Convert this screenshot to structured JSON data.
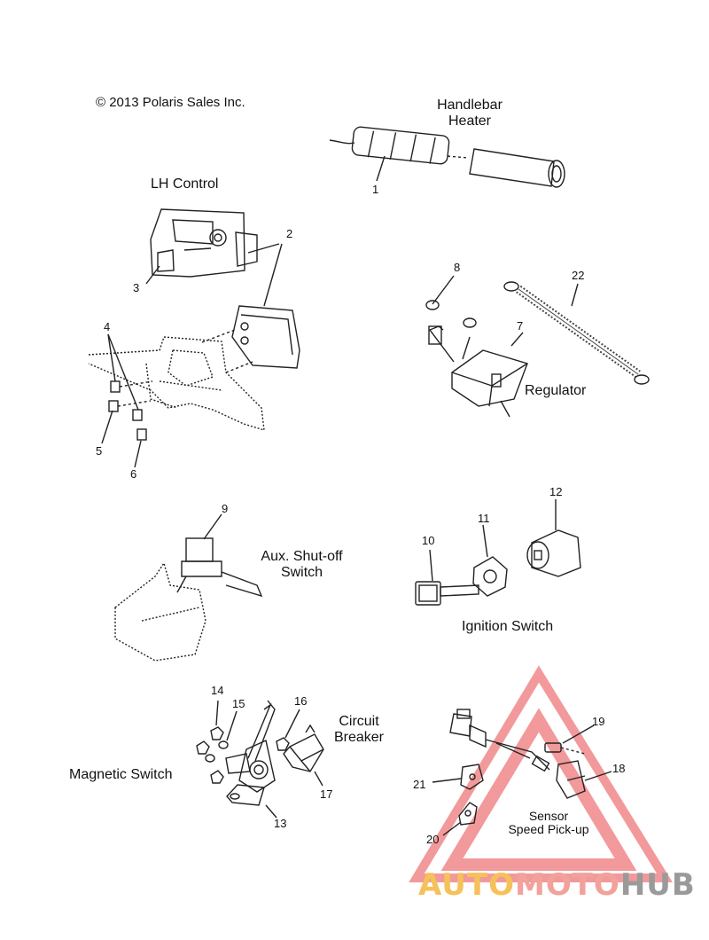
{
  "copyright": "© 2013 Polaris Sales Inc.",
  "sections": {
    "handlebar_heater": "Handlebar\nHeater",
    "lh_control": "LH Control",
    "regulator": "Regulator",
    "aux_switch": "Aux. Shut-off\nSwitch",
    "ignition_switch": "Ignition Switch",
    "magnetic_switch": "Magnetic Switch",
    "circuit_breaker": "Circuit\nBreaker",
    "sensor": "Sensor\nSpeed Pick-up"
  },
  "callouts": {
    "c1": "1",
    "c2": "2",
    "c3": "3",
    "c4": "4",
    "c5": "5",
    "c6": "6",
    "c7": "7",
    "c8": "8",
    "c9": "9",
    "c10": "10",
    "c11": "11",
    "c12": "12",
    "c13": "13",
    "c14": "14",
    "c15": "15",
    "c16": "16",
    "c17": "17",
    "c18": "18",
    "c19": "19",
    "c20": "20",
    "c21": "21",
    "c22": "22"
  },
  "watermark": {
    "part1": "AUTO",
    "part2": "MOTO",
    "part3": "HUB",
    "colors": {
      "auto": "#f6c15a",
      "moto": "#f2a29a",
      "hub": "#9a9a9a",
      "triangle": "#e8474a"
    }
  }
}
